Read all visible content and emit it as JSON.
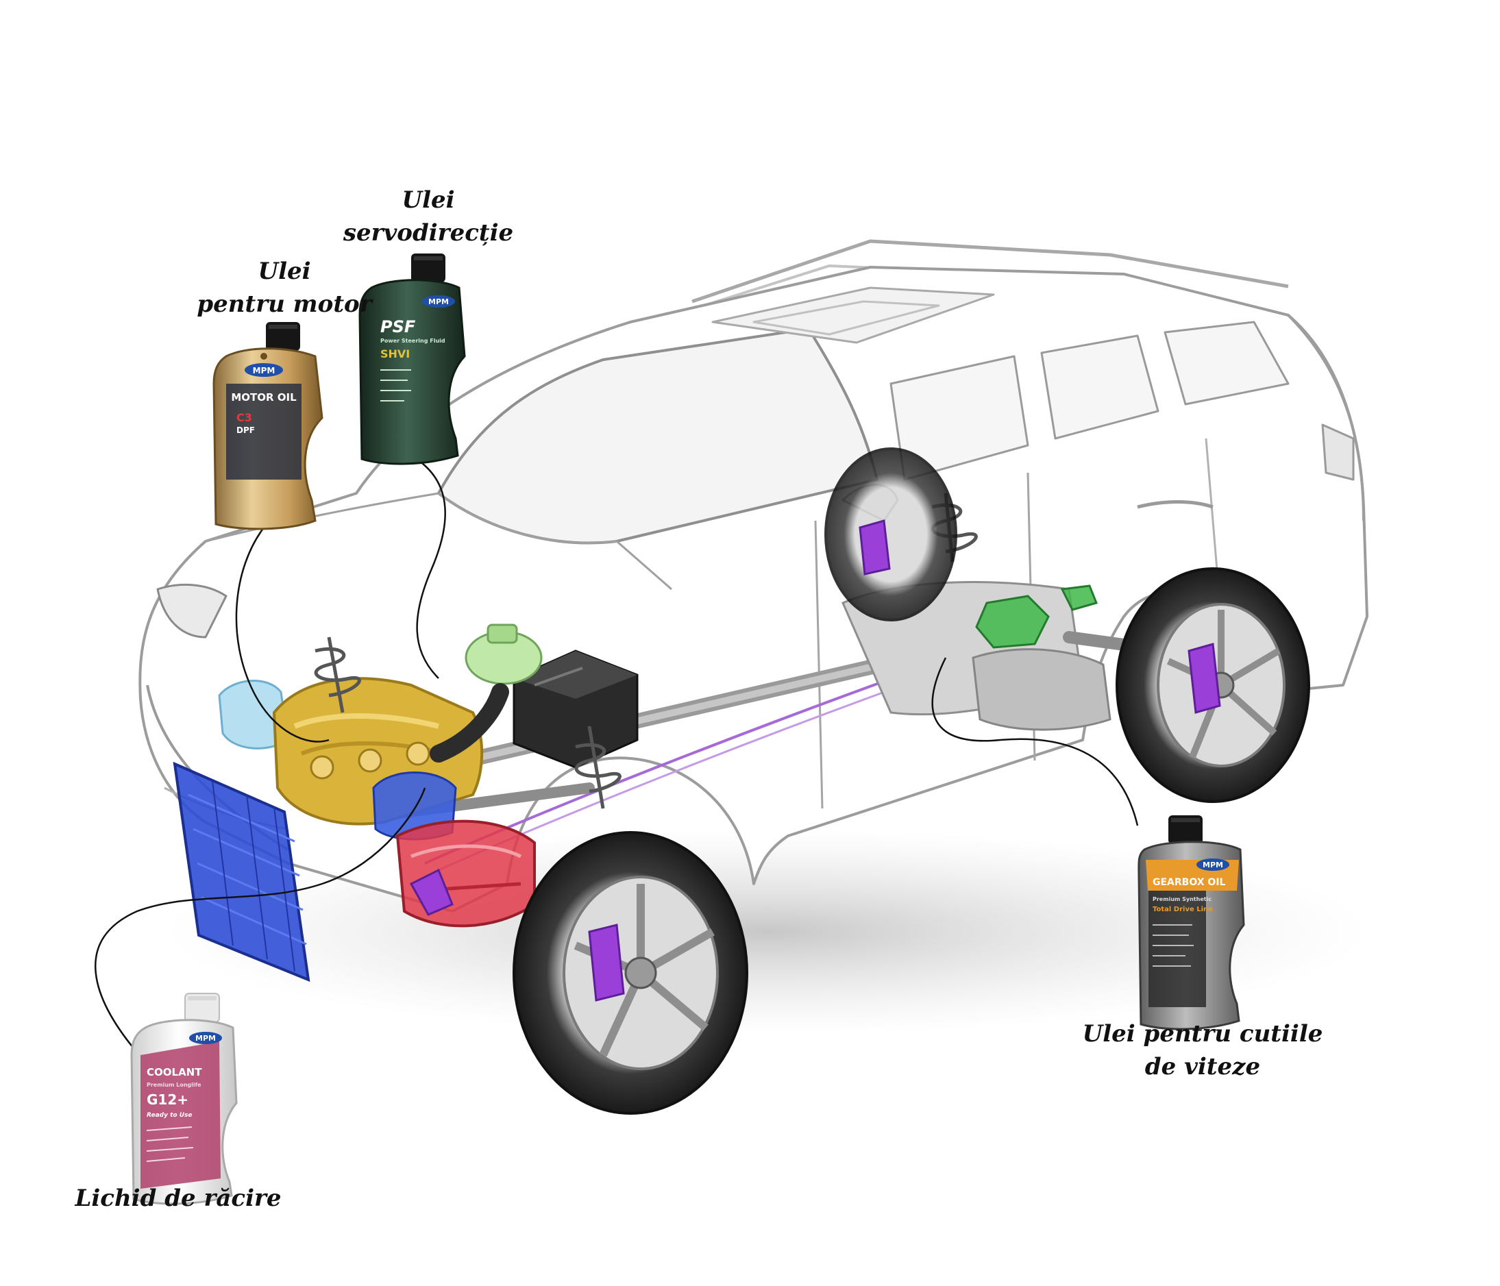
{
  "labels": {
    "motor_oil": {
      "line1": "Ulei",
      "line2": "pentru motor"
    },
    "steering_oil": {
      "line1": "Ulei",
      "line2": "servodirecție"
    },
    "gearbox_oil": {
      "line1": "Ulei pentru cutiile",
      "line2": "de viteze"
    },
    "coolant": {
      "line1": "Lichid de răcire"
    }
  },
  "bottles": {
    "motor_oil": {
      "brand": "MPM",
      "name": "MOTOR OIL",
      "spec": "C3",
      "sub": "DPF"
    },
    "steering_oil": {
      "brand": "MPM",
      "name": "PSF",
      "sub": "Power Steering Fluid",
      "spec": "SHVI"
    },
    "gearbox_oil": {
      "brand": "MPM",
      "name": "GEARBOX OIL",
      "sub": "Premium Synthetic",
      "spec": "Total Drive Line"
    },
    "coolant": {
      "brand": "MPM",
      "name": "COOLANT",
      "sub": "Premium Longlife",
      "spec": "G12+",
      "extra": "Ready to Use"
    }
  },
  "colors": {
    "motor_oil_bottle": "#c9a56a",
    "steering_bottle": "#2f4a3a",
    "gearbox_bottle": "#8d8d8d",
    "gearbox_accent": "#e89a2a",
    "coolant_bottle": "#f1f1f1",
    "coolant_accent": "#b0406a",
    "engine": "#d9b33a",
    "radiator": "#2f4fd6",
    "transmission": "#e03a4a",
    "brake": "#9a3fd8",
    "steering_part": "#3fb84a",
    "reservoir": "#a9d9ef"
  }
}
